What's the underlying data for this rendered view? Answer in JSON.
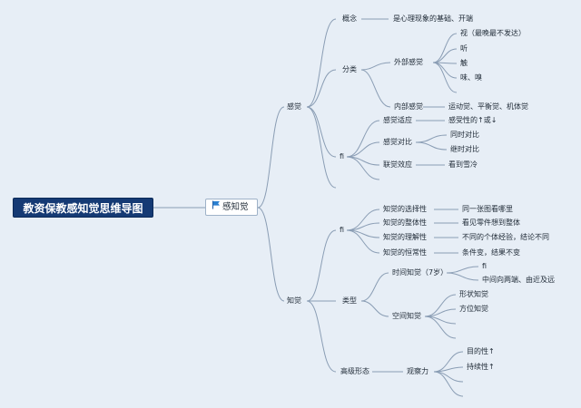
{
  "root": {
    "title": "教资保教感知觉思维导图"
  },
  "center": {
    "label": "感知觉",
    "icon": "flag-icon",
    "accent": "#2a7fd0"
  },
  "sensation": {
    "label": "感觉",
    "concept": {
      "label": "概念",
      "desc": "是心理现象的基础、开端"
    },
    "classify": {
      "label": "分类",
      "external": {
        "label": "外部感觉",
        "items": [
          "视（最晚最不发达）",
          "听",
          "触",
          "味、嗅"
        ]
      },
      "internal": {
        "label": "内部感觉",
        "desc": "运动觉、平衡觉、机体觉"
      }
    },
    "props": {
      "label": "fi",
      "adaptation": {
        "label": "感觉适应",
        "desc": "感受性的↑或↓"
      },
      "contrast": {
        "label": "感觉对比",
        "items": [
          "同时对比",
          "继时对比"
        ]
      },
      "synesthesia": {
        "label": "联觉效应",
        "desc": "看到雪冷"
      }
    }
  },
  "perception": {
    "label": "知觉",
    "props": {
      "label": "fi",
      "items": [
        {
          "label": "知觉的选择性",
          "desc": "同一张图看哪里"
        },
        {
          "label": "知觉的整体性",
          "desc": "看见零件想到整体"
        },
        {
          "label": "知觉的理解性",
          "desc": "不同的个体经验，结论不同"
        },
        {
          "label": "知觉的恒常性",
          "desc": "条件变，结果不变"
        }
      ]
    },
    "types": {
      "label": "类型",
      "time": {
        "label": "时间知觉（7岁）",
        "items": [
          "fi",
          "中间向两端、由近及远"
        ]
      },
      "space": {
        "label": "空间知觉",
        "items": [
          "形状知觉",
          "方位知觉"
        ]
      }
    },
    "advanced": {
      "label": "高级形态",
      "observe": {
        "label": "观察力",
        "items": [
          "目的性↑",
          "持续性↑"
        ]
      }
    }
  }
}
